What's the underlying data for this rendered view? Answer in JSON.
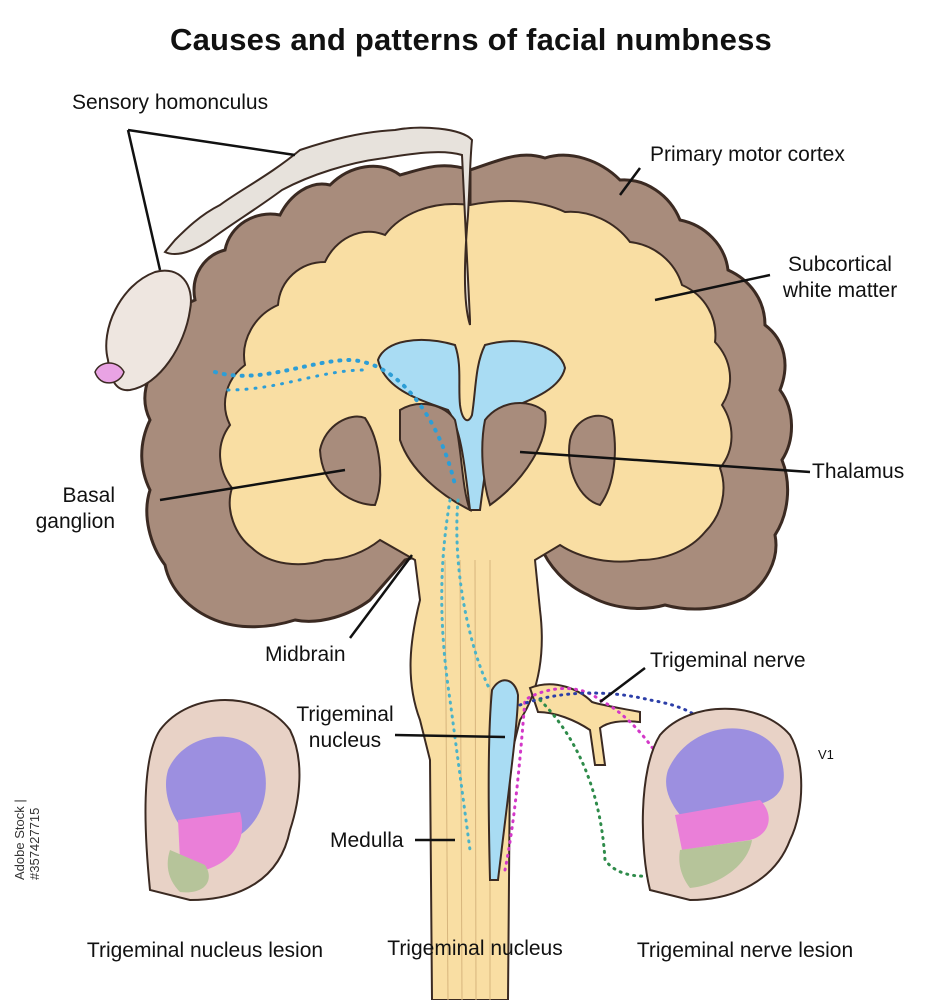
{
  "title": "Causes and patterns of facial numbness",
  "labels": {
    "sensory_homonculus": "Sensory homonculus",
    "primary_motor_cortex": "Primary motor cortex",
    "subcortical_line1": "Subcortical",
    "subcortical_line2": "white matter",
    "thalamus": "Thalamus",
    "basal_line1": "Basal",
    "basal_line2": "ganglion",
    "midbrain": "Midbrain",
    "trigeminal_nerve": "Trigeminal nerve",
    "trig_nucleus_line1": "Trigeminal",
    "trig_nucleus_line2": "nucleus",
    "medulla": "Medulla",
    "v1": "V1"
  },
  "captions": {
    "left": "Trigeminal nucleus lesion",
    "center": "Trigeminal nucleus",
    "right": "Trigeminal nerve lesion"
  },
  "stock_id": "Adobe Stock | #357427715",
  "colors": {
    "cortex": "#a88c7c",
    "white_matter": "#f9dea3",
    "ventricle": "#a9dcf3",
    "skin": "#e8d2c6",
    "zone_v1": "#9c8fe0",
    "zone_v2": "#ea7fd8",
    "zone_v3": "#b6c49a",
    "path_blue": "#2d9ed6",
    "path_teal": "#4bb3c8",
    "path_magenta": "#d338c8",
    "path_navy": "#2c3ea8",
    "path_green": "#2e8b4a"
  }
}
